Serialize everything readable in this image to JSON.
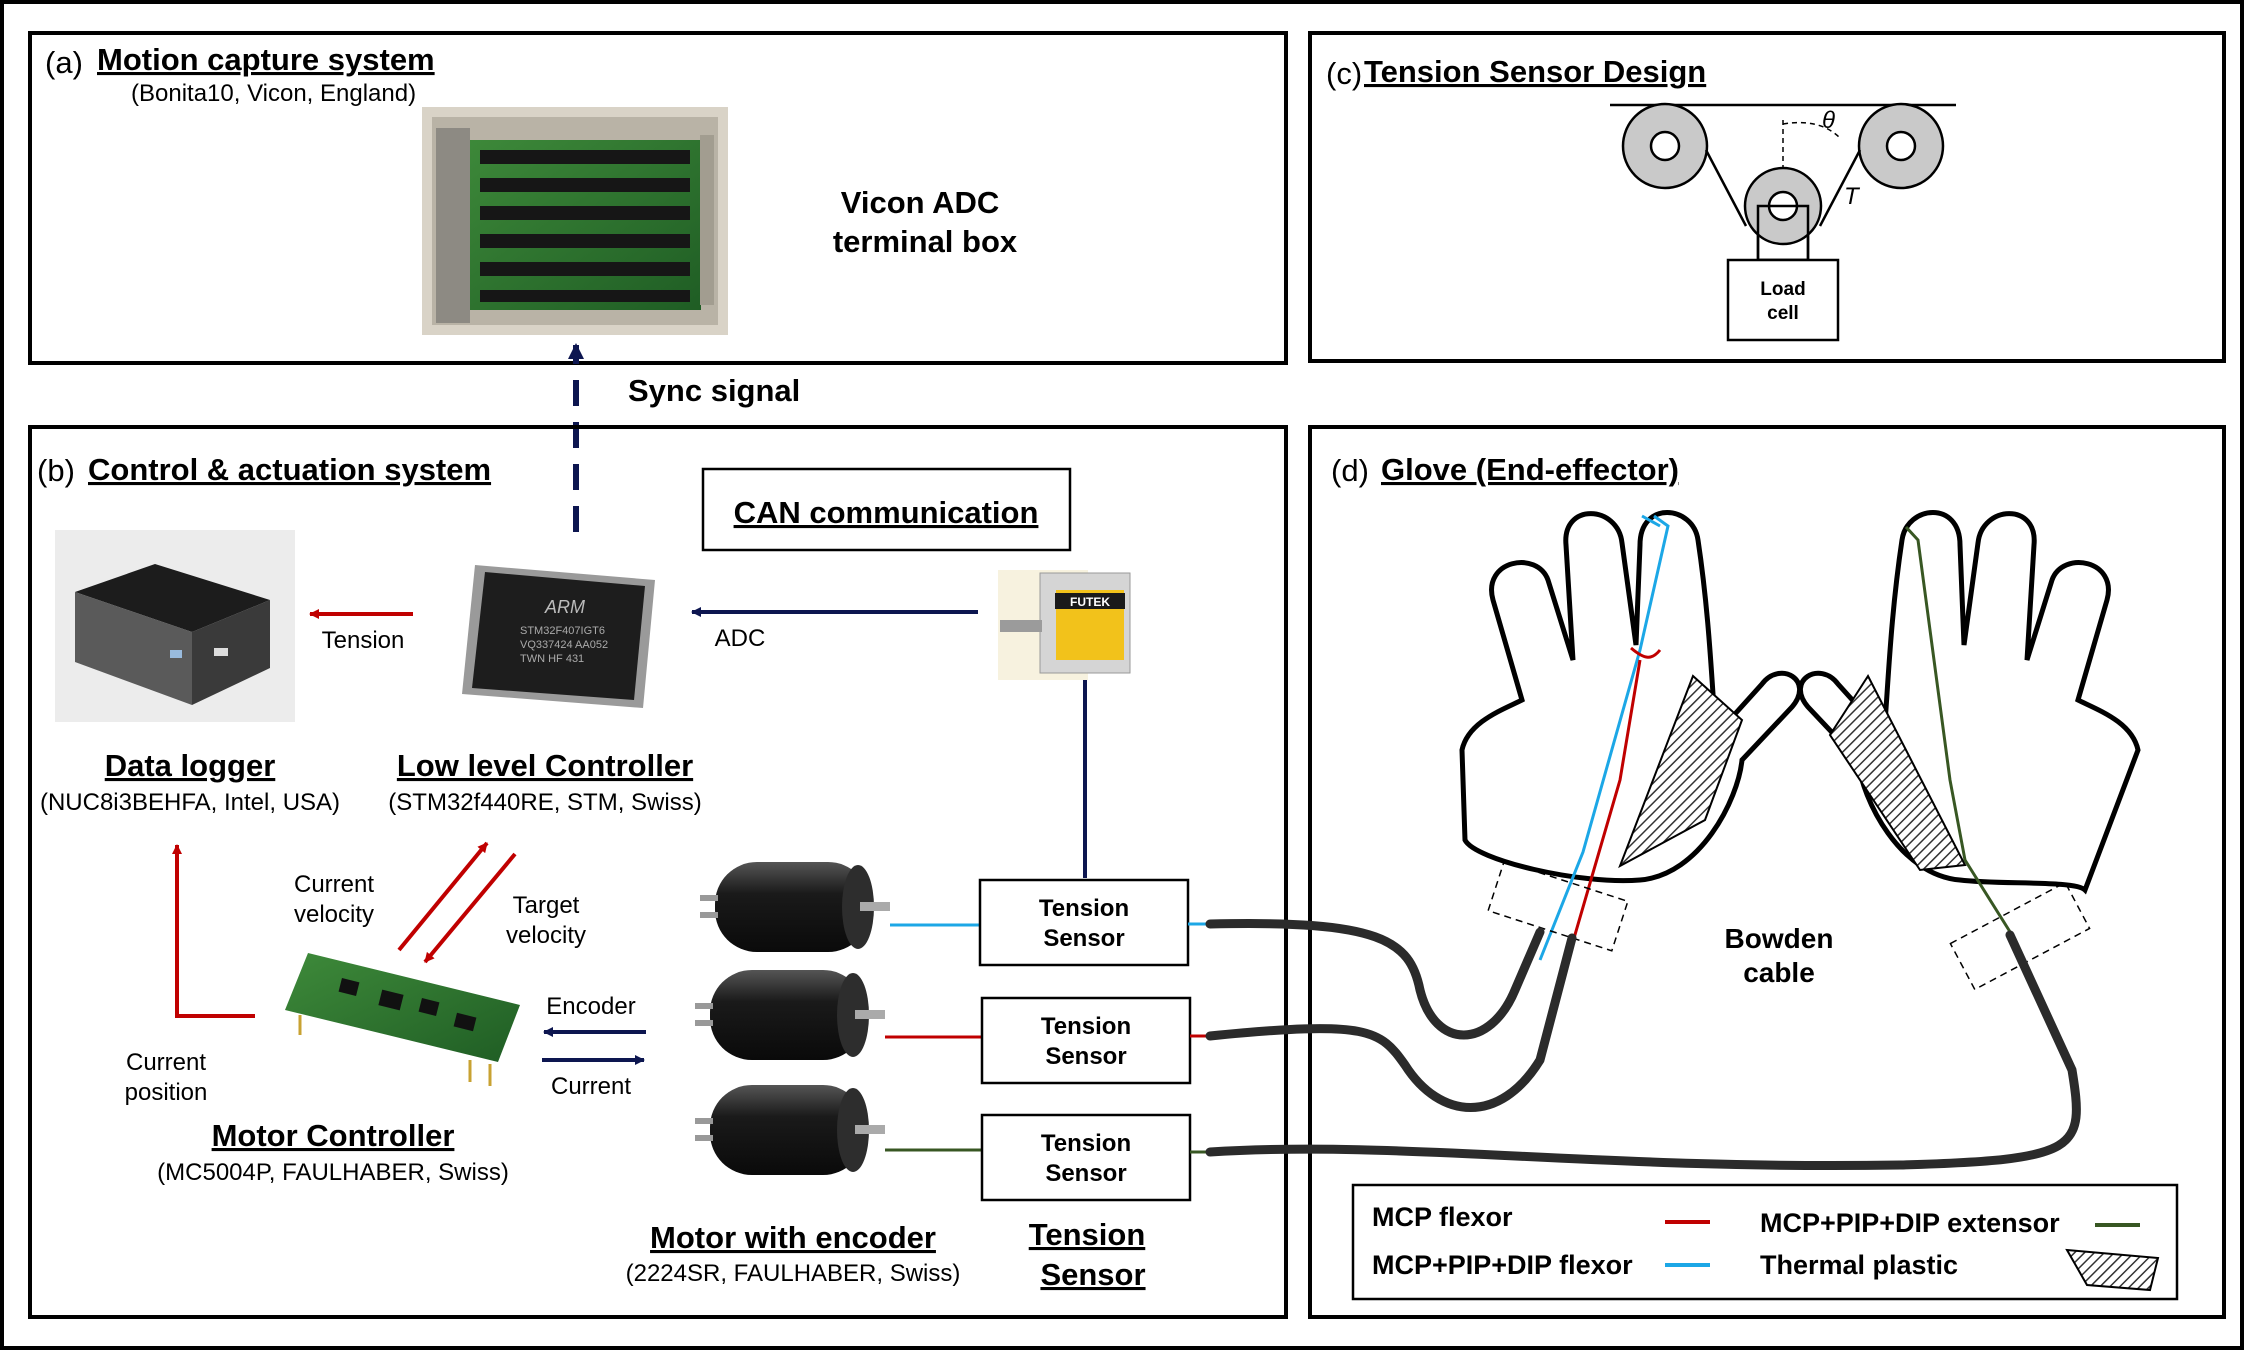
{
  "panels": {
    "a": {
      "letter": "(a)",
      "title": "Motion capture system",
      "subtitle": "(Bonita10, Vicon, England)",
      "device_label_1": "Vicon ADC",
      "device_label_2": "terminal box"
    },
    "sync_label": "Sync signal",
    "b": {
      "letter": "(b)",
      "title": "Control & actuation system",
      "can_label": "CAN communication",
      "data_logger": {
        "title": "Data logger",
        "sub": "(NUC8i3BEHFA, Intel, USA)"
      },
      "controller": {
        "title": "Low level Controller",
        "sub": "(STM32f440RE, STM, Swiss)"
      },
      "motor_controller": {
        "title": "Motor Controller",
        "sub": "(MC5004P, FAULHABER, Swiss)"
      },
      "motor": {
        "title": "Motor with encoder",
        "sub": "(2224SR, FAULHABER, Swiss)"
      },
      "tension_sensor": {
        "title_1": "Tension",
        "title_2": "Sensor"
      },
      "arrows": {
        "tension": "Tension",
        "adc": "ADC",
        "current_velocity_1": "Current",
        "current_velocity_2": "velocity",
        "target_velocity_1": "Target",
        "target_velocity_2": "velocity",
        "encoder": "Encoder",
        "current": "Current",
        "current_position_1": "Current",
        "current_position_2": "position"
      },
      "sensor_box_1": "Tension",
      "sensor_box_2": "Sensor",
      "chip_text": [
        "ARM",
        "STM32F407IGT6",
        "VQ337424 AA052",
        "TWN HF 431"
      ],
      "futek_text": "FUTEK"
    },
    "c": {
      "letter": "(c)",
      "title": "Tension Sensor Design",
      "theta": "θ",
      "tension_symbol": "T",
      "load_cell_1": "Load",
      "load_cell_2": "cell"
    },
    "d": {
      "letter": "(d)",
      "title": "Glove (End-effector)",
      "bowden_1": "Bowden",
      "bowden_2": "cable",
      "legend": [
        {
          "label": "MCP flexor",
          "color": "#c00000"
        },
        {
          "label": "MCP+PIP+DIP extensor",
          "color": "#385723"
        },
        {
          "label": "MCP+PIP+DIP flexor",
          "color": "#1ca7e6"
        },
        {
          "label": "Thermal plastic",
          "pattern": "hatched"
        }
      ]
    }
  },
  "colors": {
    "red": "#c00000",
    "navy": "#0d1650",
    "blue": "#1ca7e6",
    "green": "#385723"
  }
}
